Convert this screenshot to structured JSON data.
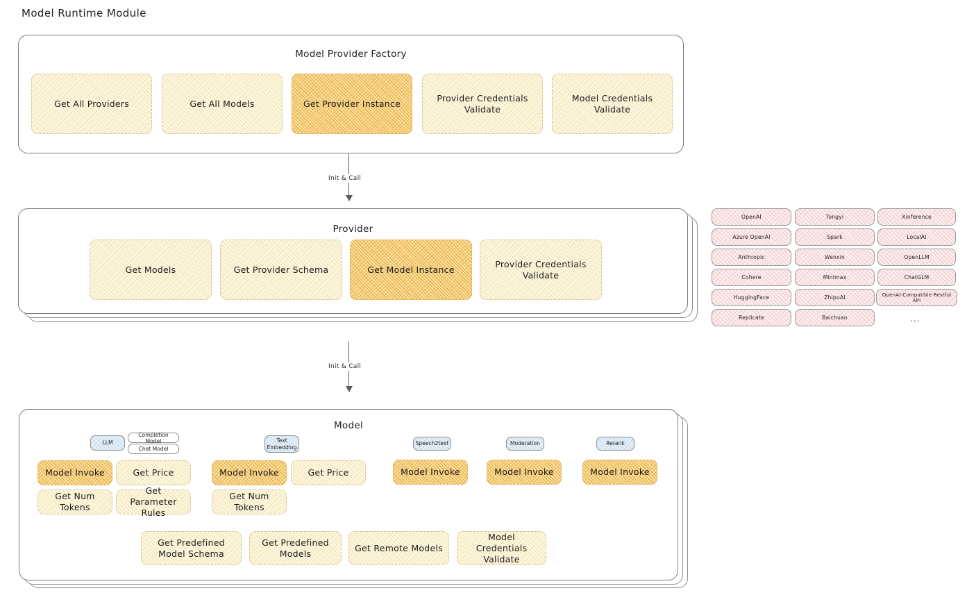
{
  "page": {
    "title": "Model Runtime Module",
    "accent_cream": "#fdf8e3",
    "accent_amber": "#fbe3ab",
    "accent_rose": "#fdeff0",
    "accent_blue": "#e8f1f9",
    "stroke": "#7a7a7a"
  },
  "factory": {
    "heading": "Model Provider Factory",
    "nodes": [
      {
        "label": "Get All Providers",
        "highlight": false
      },
      {
        "label": "Get All Models",
        "highlight": false
      },
      {
        "label": "Get Provider Instance",
        "highlight": true
      },
      {
        "label": "Provider Credentials Validate",
        "highlight": false
      },
      {
        "label": "Model Credentials Validate",
        "highlight": false
      }
    ]
  },
  "connector_top": {
    "label": "Init & Call"
  },
  "connector_bottom": {
    "label": "Init & Call"
  },
  "provider": {
    "heading": "Provider",
    "nodes": [
      {
        "label": "Get Models",
        "highlight": false
      },
      {
        "label": "Get Provider Schema",
        "highlight": false
      },
      {
        "label": "Get Model Instance",
        "highlight": true
      },
      {
        "label": "Provider Credentials Validate",
        "highlight": false
      }
    ]
  },
  "provider_list": {
    "columns": [
      [
        "OpenAI",
        "Azure OpenAI",
        "Anthropic",
        "Cohere",
        "HuggingFace",
        "Replicate"
      ],
      [
        "Tongyi",
        "Spark",
        "Wenxin",
        "Minimax",
        "ZhipuAI",
        "Baichuan"
      ],
      [
        "Xinference",
        "LocalAI",
        "OpenLLM",
        "ChatGLM",
        "OpenAI-Compatible Restful API"
      ]
    ],
    "more": "..."
  },
  "model": {
    "heading": "Model",
    "types": [
      {
        "name": "LLM",
        "subtags": [
          "Completion Model",
          "Chat Model"
        ]
      },
      {
        "name": "Text Embedding",
        "subtags": []
      },
      {
        "name": "Speech2text",
        "subtags": []
      },
      {
        "name": "Moderation",
        "subtags": []
      },
      {
        "name": "Rerank",
        "subtags": []
      }
    ],
    "more": "...",
    "llm_nodes": [
      {
        "label": "Model Invoke",
        "highlight": true
      },
      {
        "label": "Get Price",
        "highlight": false
      },
      {
        "label": "Get Num Tokens",
        "highlight": false
      },
      {
        "label": "Get Parameter Rules",
        "highlight": false
      }
    ],
    "embedding_nodes": [
      {
        "label": "Model Invoke",
        "highlight": true
      },
      {
        "label": "Get Price",
        "highlight": false
      },
      {
        "label": "Get Num Tokens",
        "highlight": false
      }
    ],
    "speech_nodes": [
      {
        "label": "Model Invoke",
        "highlight": true
      }
    ],
    "moderation_nodes": [
      {
        "label": "Model Invoke",
        "highlight": true
      }
    ],
    "rerank_nodes": [
      {
        "label": "Model Invoke",
        "highlight": true
      }
    ],
    "shared_nodes": [
      {
        "label": "Get Predefined Model Schema",
        "highlight": false
      },
      {
        "label": "Get Predefined Models",
        "highlight": false
      },
      {
        "label": "Get Remote Models",
        "highlight": false
      },
      {
        "label": "Model Credentials Validate",
        "highlight": false
      }
    ]
  }
}
